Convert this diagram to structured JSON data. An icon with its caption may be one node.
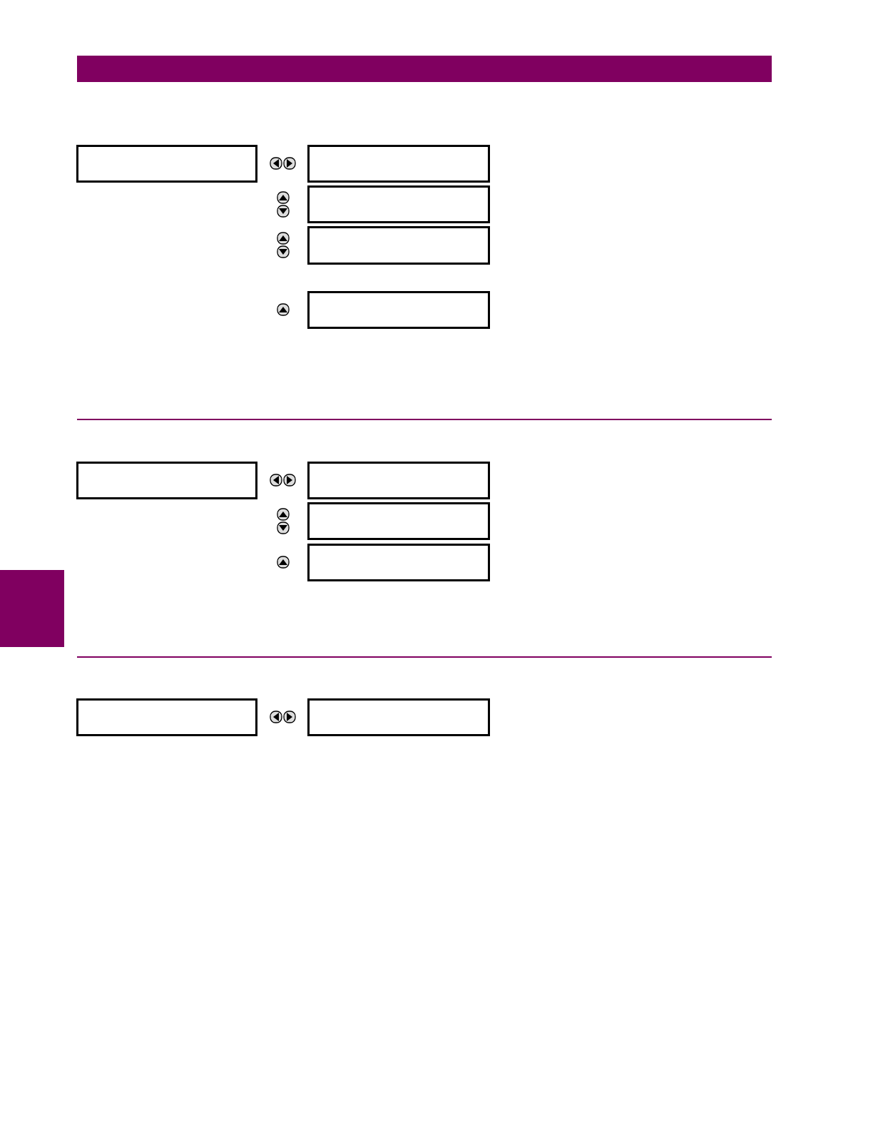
{
  "diagram": {
    "nodes": [
      {
        "text": [],
        "shape": "box"
      },
      {
        "text": [],
        "shape": "box"
      },
      {
        "text": [],
        "shape": "box"
      },
      {
        "text": [],
        "shape": "box"
      },
      {
        "text": [],
        "shape": "box"
      },
      {
        "text": [],
        "shape": "box"
      },
      {
        "text": [],
        "shape": "box"
      },
      {
        "text": [],
        "shape": "box"
      },
      {
        "text": [],
        "shape": "box"
      },
      {
        "text": [],
        "shape": "box"
      },
      {
        "text": [],
        "shape": "box"
      },
      {
        "text": [],
        "shape": "bar"
      }
    ]
  }
}
